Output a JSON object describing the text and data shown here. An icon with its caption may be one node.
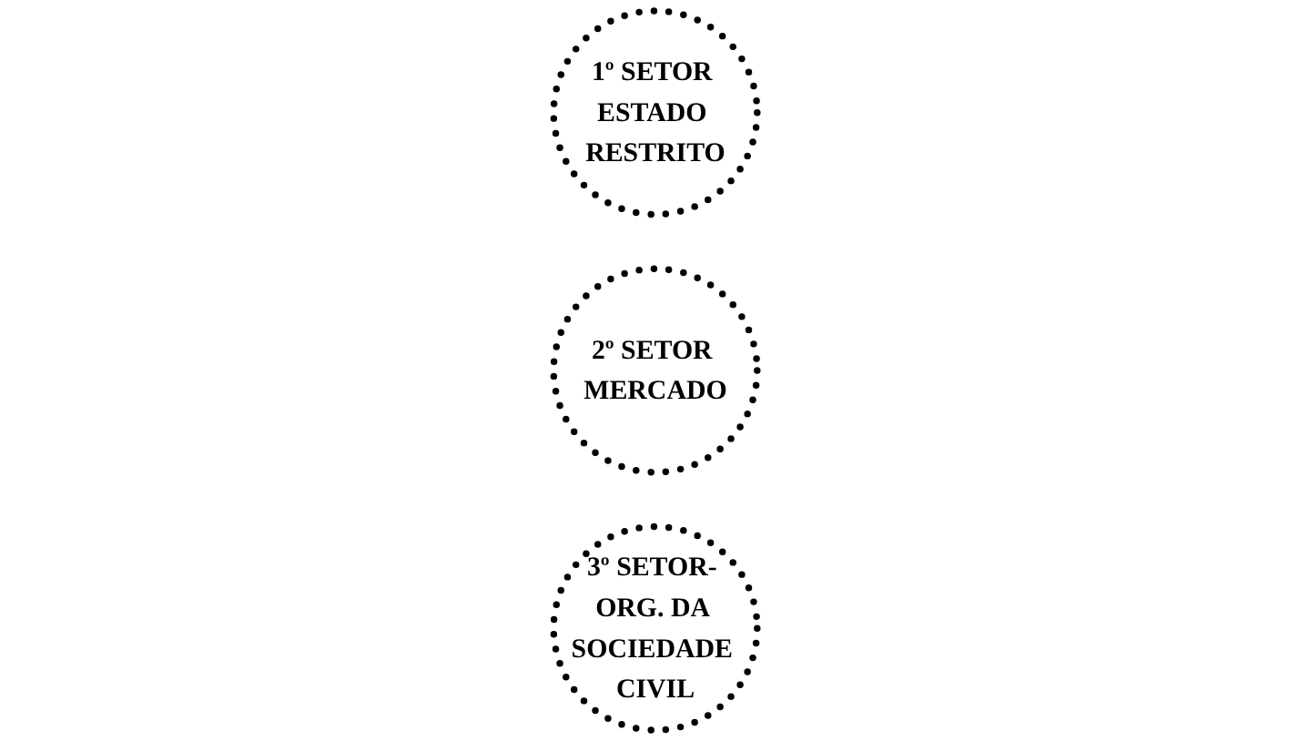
{
  "diagram": {
    "nodes": [
      {
        "text": [
          "1º SETOR ESTADO RESTRITO"
        ]
      },
      {
        "text": [
          "2º SETOR MERCADO"
        ]
      },
      {
        "text": [
          "3º SETOR- ORG. DA SOCIEDADE CIVIL"
        ]
      }
    ]
  }
}
